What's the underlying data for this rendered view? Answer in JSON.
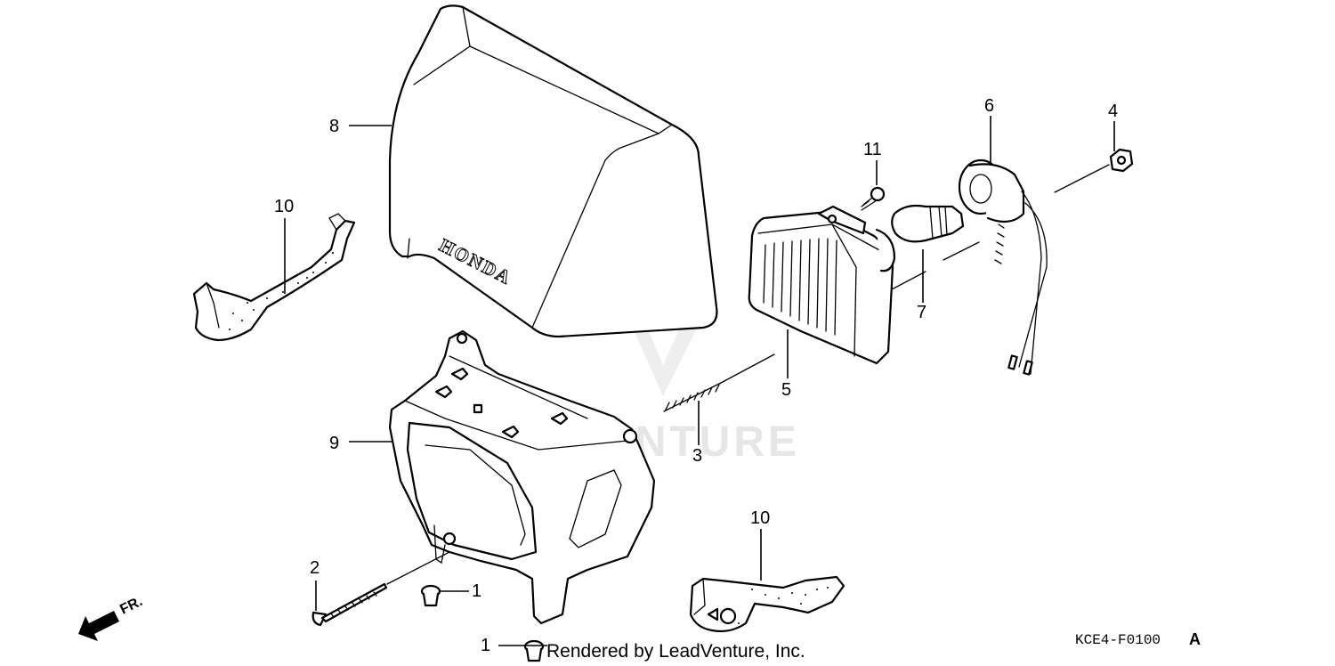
{
  "callouts": {
    "c1a": "1",
    "c1b": "1",
    "c2": "2",
    "c3": "3",
    "c4": "4",
    "c5": "5",
    "c6": "6",
    "c7": "7",
    "c8": "8",
    "c9": "9",
    "c10a": "10",
    "c10b": "10",
    "c11": "11"
  },
  "cowl_logo": "HONDA",
  "direction_label": "FR.",
  "footer_credit": "Rendered by LeadVenture, Inc.",
  "diagram_code": "KCE4-F0100",
  "diagram_code_suffix": "A",
  "watermark": "LEADVENTURE"
}
